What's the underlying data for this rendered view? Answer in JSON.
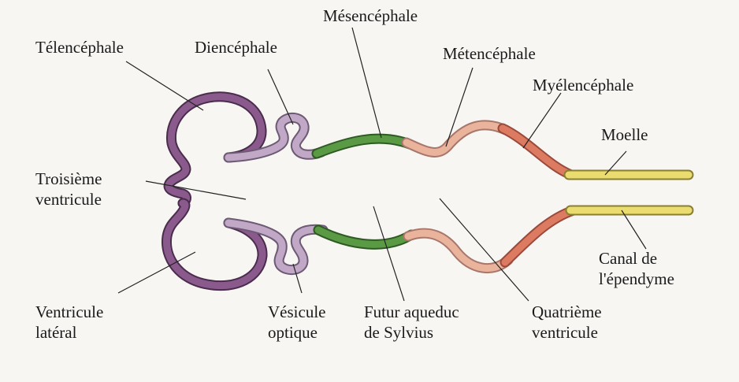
{
  "diagram": {
    "labels": {
      "telencephale": "Télencéphale",
      "diencephale": "Diencéphale",
      "mesencephale": "Mésencéphale",
      "metencephale": "Métencéphale",
      "myelencephale": "Myélencéphale",
      "moelle": "Moelle",
      "troisieme_ventricule": [
        "Troisième",
        "ventricule"
      ],
      "ventricule_lateral": [
        "Ventricule",
        "latéral"
      ],
      "vesicule_optique": [
        "Vésicule",
        "optique"
      ],
      "futur_aqueduc": [
        "Futur aqueduc",
        "de Sylvius"
      ],
      "quatrieme_ventricule": [
        "Quatrième",
        "ventricule"
      ],
      "canal_ependyme": [
        "Canal de",
        "l'épendyme"
      ]
    },
    "colors": {
      "telencephale": "#7a4a7c",
      "diencephale": "#a98bb2",
      "mesencephale": "#4f8a3c",
      "metencephale": "#e7a78f",
      "myelencephale": "#d9705a",
      "moelle": "#e6d96a"
    }
  }
}
